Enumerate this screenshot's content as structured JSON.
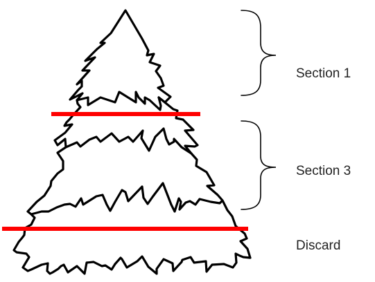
{
  "labels": {
    "section_top": "Section 1",
    "section_middle": "Section 3",
    "discard": "Discard"
  },
  "colors": {
    "outline": "#000000",
    "cut_line": "#ff0000",
    "background": "#ffffff"
  },
  "icons": {
    "top_brace": "curly-brace-icon",
    "middle_brace": "curly-brace-icon"
  }
}
